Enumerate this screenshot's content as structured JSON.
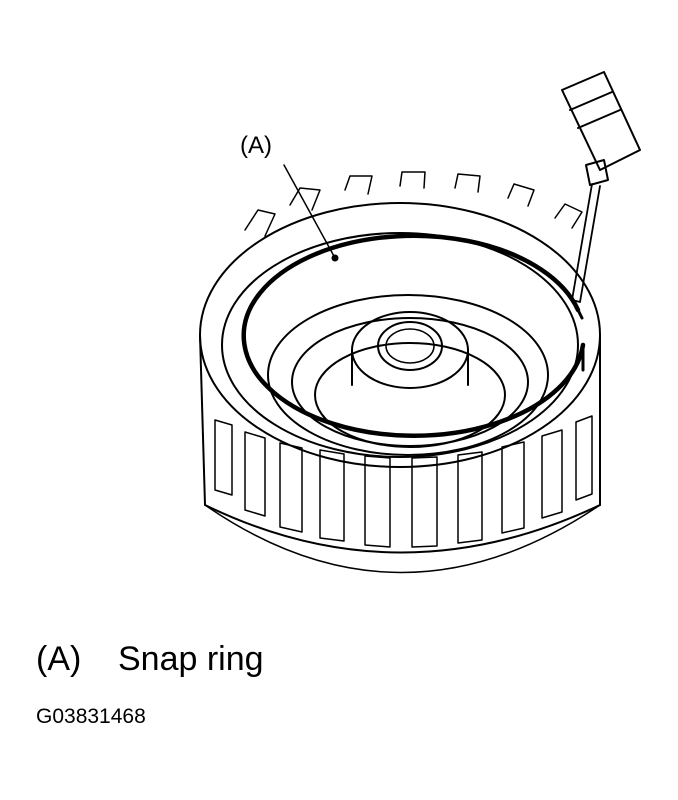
{
  "figure": {
    "callout_label": "(A)",
    "legend": {
      "key": "(A)",
      "text": "Snap ring"
    },
    "figure_id": "G03831468"
  }
}
